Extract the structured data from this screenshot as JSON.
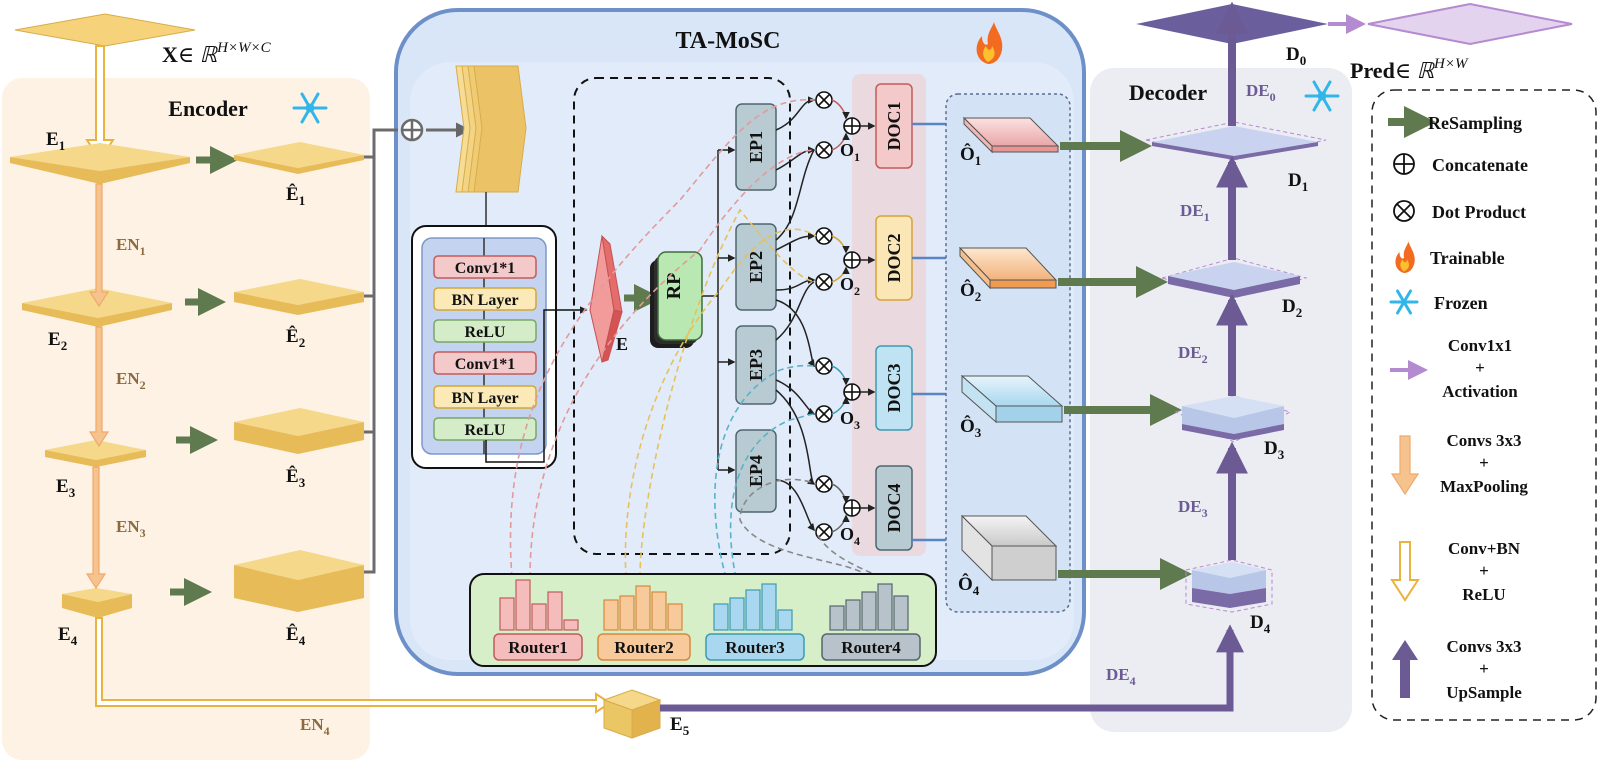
{
  "input": {
    "symbol": "X",
    "space": "∈ ℝ",
    "sup": "H×W×C"
  },
  "encoder": {
    "title": "Encoder",
    "stages": [
      {
        "label": "E",
        "sub": "1"
      },
      {
        "label": "E",
        "sub": "2"
      },
      {
        "label": "E",
        "sub": "3"
      },
      {
        "label": "E",
        "sub": "4"
      },
      {
        "label": "E",
        "sub": "5"
      }
    ],
    "steps": [
      {
        "label": "EN",
        "sub": "1"
      },
      {
        "label": "EN",
        "sub": "2"
      },
      {
        "label": "EN",
        "sub": "3"
      },
      {
        "label": "EN",
        "sub": "4"
      }
    ],
    "resampled": [
      {
        "label": "Ê",
        "sub": "1"
      },
      {
        "label": "Ê",
        "sub": "2"
      },
      {
        "label": "Ê",
        "sub": "3"
      },
      {
        "label": "Ê",
        "sub": "4"
      }
    ]
  },
  "mosc": {
    "title": "TA-MoSC",
    "conv_block": [
      "Conv1*1",
      "BN Layer",
      "ReLU",
      "Conv1*1",
      "BN Layer",
      "ReLU"
    ],
    "embed": "E",
    "rp": "RP",
    "experts": [
      "EP1",
      "EP2",
      "EP3",
      "EP4"
    ],
    "outputs": [
      {
        "label": "O",
        "sub": "1"
      },
      {
        "label": "O",
        "sub": "2"
      },
      {
        "label": "O",
        "sub": "3"
      },
      {
        "label": "O",
        "sub": "4"
      }
    ],
    "docs": [
      "DOC1",
      "DOC2",
      "DOC3",
      "DOC4"
    ],
    "ohat": [
      {
        "label": "Ô",
        "sub": "1"
      },
      {
        "label": "Ô",
        "sub": "2"
      },
      {
        "label": "Ô",
        "sub": "3"
      },
      {
        "label": "Ô",
        "sub": "4"
      }
    ],
    "routers": [
      "Router1",
      "Router2",
      "Router3",
      "Router4"
    ]
  },
  "decoder": {
    "title": "Decoder",
    "stages": [
      {
        "label": "D",
        "sub": "0"
      },
      {
        "label": "D",
        "sub": "1"
      },
      {
        "label": "D",
        "sub": "2"
      },
      {
        "label": "D",
        "sub": "3"
      },
      {
        "label": "D",
        "sub": "4"
      }
    ],
    "steps": [
      {
        "label": "DE",
        "sub": "0"
      },
      {
        "label": "DE",
        "sub": "1"
      },
      {
        "label": "DE",
        "sub": "2"
      },
      {
        "label": "DE",
        "sub": "3"
      },
      {
        "label": "DE",
        "sub": "4"
      }
    ]
  },
  "pred": {
    "label": "Pred",
    "space": "∈ ℝ",
    "sup": "H×W"
  },
  "legend": [
    {
      "icon": "green-arrow-icon",
      "lines": [
        "ReSampling"
      ]
    },
    {
      "icon": "concatenate-icon",
      "lines": [
        "Concatenate"
      ]
    },
    {
      "icon": "dot-product-icon",
      "lines": [
        "Dot Product"
      ]
    },
    {
      "icon": "fire-icon",
      "lines": [
        "Trainable"
      ]
    },
    {
      "icon": "snowflake-icon",
      "lines": [
        "Frozen"
      ]
    },
    {
      "icon": "purple-thin-arrow-icon",
      "lines": [
        "Conv1x1",
        "+",
        "Activation"
      ]
    },
    {
      "icon": "orange-down-arrow-icon",
      "lines": [
        "Convs 3x3",
        "+",
        "MaxPooling"
      ]
    },
    {
      "icon": "hollow-down-arrow-icon",
      "lines": [
        "Conv+BN",
        "+",
        "ReLU"
      ]
    },
    {
      "icon": "purple-up-arrow-icon",
      "lines": [
        "Convs 3x3",
        "+",
        "UpSample"
      ]
    }
  ],
  "colors": {
    "encoder_bg": "#fdf2e4",
    "mosc_bg": "#d9e6f7",
    "decoder_bg": "#ecedf3",
    "green_arrow": "#5e7a4e",
    "purple": "#6b5a94",
    "gold": "#f2d98a",
    "router_panel": "#d6efc9"
  }
}
